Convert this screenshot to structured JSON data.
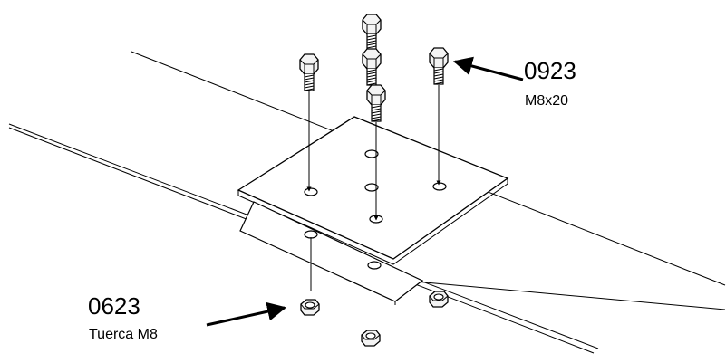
{
  "callouts": {
    "bolt": {
      "code": "0923",
      "desc": "M8x20"
    },
    "nut": {
      "code": "0623",
      "desc": "Tuerca M8"
    }
  },
  "colors": {
    "line": "#000000",
    "background": "#ffffff",
    "metal": "#f4f4f4"
  },
  "icons": {
    "bolt": "hex-bolt-icon",
    "nut": "hex-nut-icon"
  }
}
